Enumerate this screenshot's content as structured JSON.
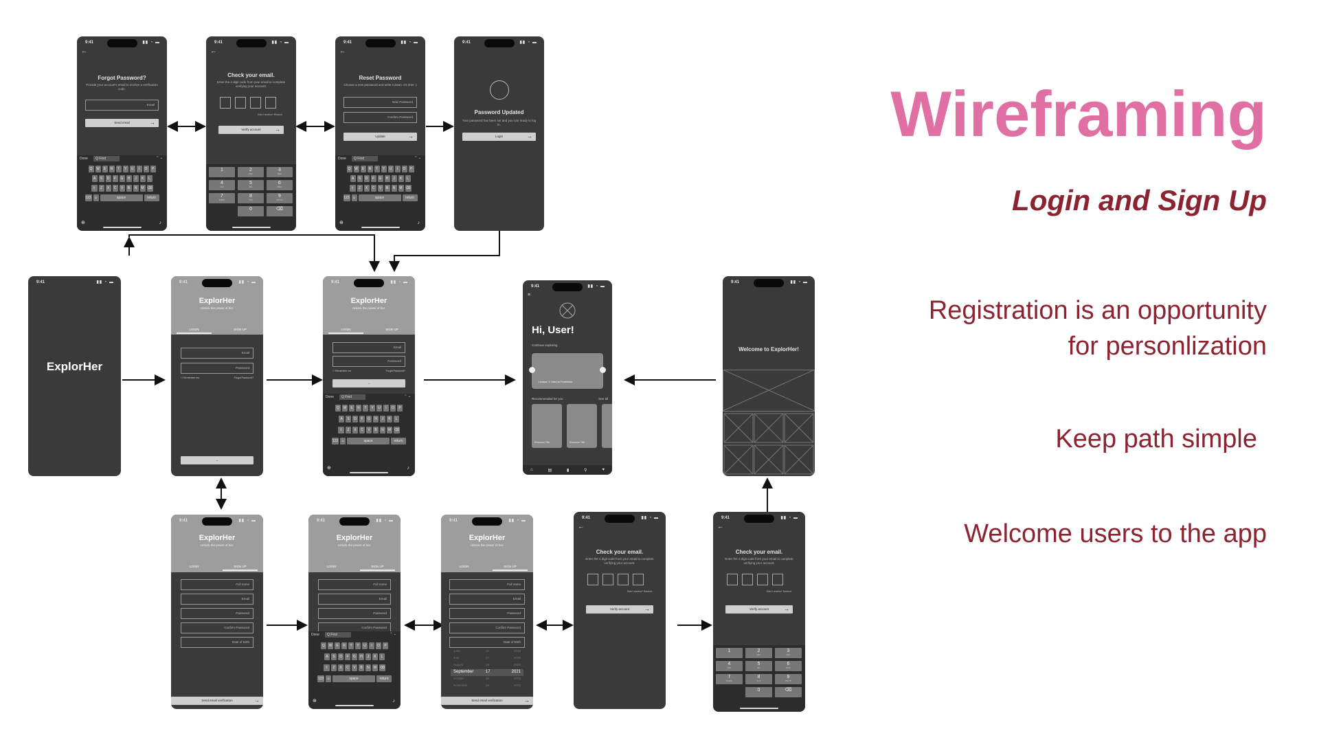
{
  "slide": {
    "title": "Wireframing",
    "subtitle": "Login and Sign Up",
    "points": [
      "Registration is an opportunity\nfor personlization",
      "Keep path simple",
      "Welcome users to the app"
    ],
    "colors": {
      "title": "#e06fa3",
      "accent": "#8b2331",
      "screen": "#3a3a3a",
      "header": "#9d9d9d"
    }
  },
  "common": {
    "time": "9:41",
    "status_icons": "▮▮ ◔ ▬",
    "done": "Done",
    "search": "Q Find",
    "space": "space",
    "return": "return",
    "num_key": "123",
    "kb_rows": [
      [
        "Q",
        "W",
        "E",
        "R",
        "T",
        "Y",
        "U",
        "I",
        "O",
        "P"
      ],
      [
        "A",
        "S",
        "D",
        "F",
        "G",
        "H",
        "J",
        "K",
        "L"
      ],
      [
        "Z",
        "X",
        "C",
        "V",
        "B",
        "N",
        "M"
      ]
    ],
    "numpad": [
      [
        "1",
        ""
      ],
      [
        "2",
        "ABC"
      ],
      [
        "3",
        "DEF"
      ],
      [
        "4",
        "GHI"
      ],
      [
        "5",
        "JKL"
      ],
      [
        "6",
        "MNO"
      ],
      [
        "7",
        "PQRS"
      ],
      [
        "8",
        "TUV"
      ],
      [
        "9",
        "WXYZ"
      ],
      [
        "",
        ""
      ],
      [
        "0",
        ""
      ],
      [
        "⌫",
        ""
      ]
    ],
    "brand": "ExplorHer",
    "tagline": "Unlock the power of her.",
    "tab_login": "LOGIN",
    "tab_signup": "SIGN UP"
  },
  "forgot": {
    "title": "Forgot Password?",
    "desc": "Provide your account's email to receive a verification code.",
    "field": "Email",
    "button": "Send email"
  },
  "check": {
    "title": "Check your email.",
    "desc": "Enter the 4 digit code from your email to complete verifying your account.",
    "resend": "Didn't receive? Resend",
    "button": "Verify account"
  },
  "reset": {
    "title": "Reset Password",
    "desc": "Choose a new password and write it down. It's time :)",
    "field1": "New Password",
    "field2": "Confirm Password",
    "button": "Update"
  },
  "updated": {
    "title": "Password Updated",
    "desc": "Your password has been set and you can ready to log in.",
    "button": "Login"
  },
  "login": {
    "email": "Email",
    "password": "Password",
    "remember": "Remember me",
    "forgot": "Forgot Password?"
  },
  "home": {
    "greeting": "Hi, User!",
    "continue": "Continue exploring",
    "lesson": "Lesson 1: Intro to Feminism",
    "recommended": "Recommended for you",
    "see_all": "See all",
    "card": "Resource Title"
  },
  "welcome": {
    "title": "Welcome to ExplorHer!"
  },
  "signup": {
    "fields": [
      "Full name",
      "Email",
      "Password",
      "Confirm Password",
      "Date of Birth"
    ],
    "button": "Send email verification"
  },
  "picker": [
    [
      "June",
      "16",
      "2019"
    ],
    [
      "July",
      "17",
      "2020"
    ],
    [
      "August",
      "18",
      "2020"
    ],
    [
      "September",
      "17",
      "2021"
    ],
    [
      "October",
      "18",
      "2022"
    ],
    [
      "November",
      "19",
      "2023"
    ]
  ]
}
